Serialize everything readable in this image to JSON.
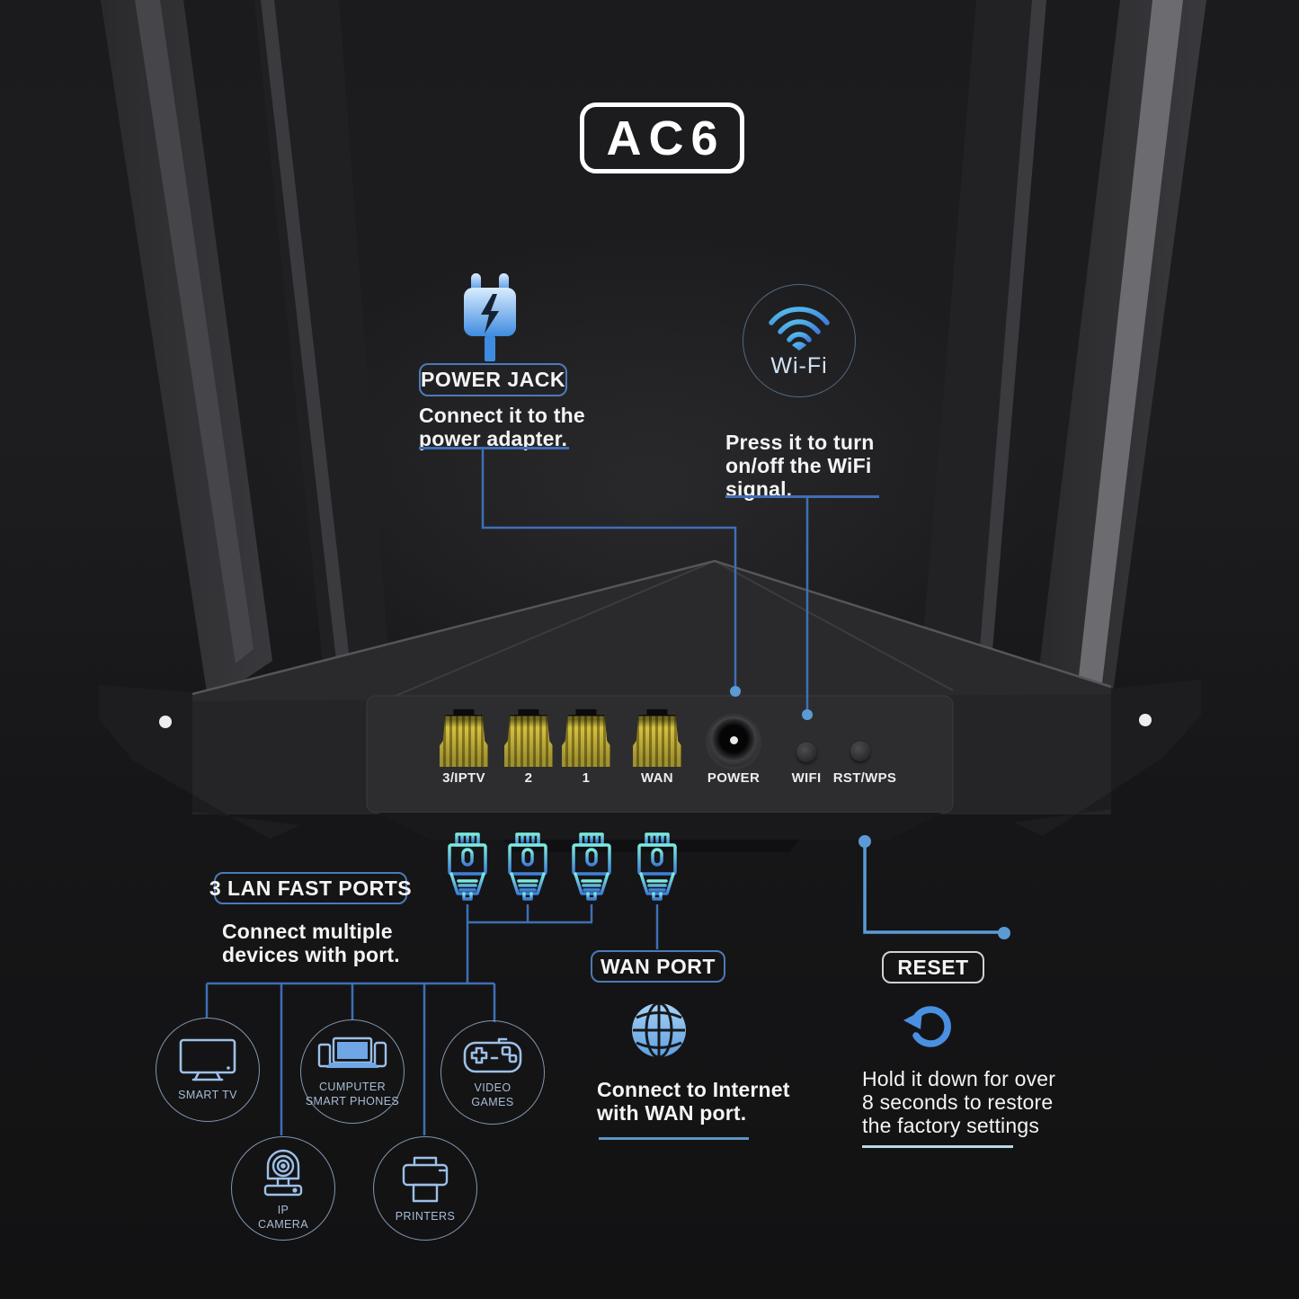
{
  "theme": {
    "background": "#1a1a1c",
    "accent_line": "#3e6fb5",
    "accent_dot": "#5b9bd5",
    "box_border": "#4d7ab8",
    "wan_underline": "#5f93c4",
    "reset_underline": "#b7d8e8",
    "reset_box_border": "#d2d2d2",
    "text": "#f4f4f4",
    "device_label": "#a9bdd6",
    "circle_border": "#8296ae",
    "port_yellow_1": "#d2c142",
    "port_yellow_2": "#8f7d1e",
    "cable_gradient_start": "#7debdd",
    "cable_gradient_end": "#3f7fd9",
    "badge_border": "#ffffff"
  },
  "badge": {
    "label": "AC6"
  },
  "annotations": {
    "power_jack": {
      "icon": "power-plug-icon",
      "label": "POWER JACK",
      "lines": [
        "Connect it to the",
        "power adapter."
      ]
    },
    "wifi": {
      "icon": "wifi-signal-icon",
      "circle_label": "Wi-Fi",
      "lines": [
        "Press it to turn",
        "on/off the WiFi",
        "signal."
      ]
    },
    "lan": {
      "label": "3 LAN FAST PORTS",
      "lines": [
        "Connect multiple",
        "devices with port."
      ]
    },
    "wan": {
      "icon": "globe-icon",
      "label": "WAN PORT",
      "lines": [
        "Connect to Internet",
        "with WAN port."
      ]
    },
    "reset": {
      "icon": "reset-arrow-icon",
      "label": "RESET",
      "lines": [
        "Hold it down for over",
        "8 seconds to restore",
        "the factory settings"
      ]
    }
  },
  "router_panel": {
    "ports": [
      {
        "label": "3/IPTV"
      },
      {
        "label": "2"
      },
      {
        "label": "1"
      },
      {
        "label": "WAN"
      }
    ],
    "power_label": "POWER",
    "wifi_button_label": "WIFI",
    "reset_button_label": "RST/WPS"
  },
  "devices": [
    {
      "icon": "smart-tv-icon",
      "lines": [
        "SMART TV",
        ""
      ]
    },
    {
      "icon": "computer-phones-icon",
      "lines": [
        "CUMPUTER",
        "SMART PHONES"
      ]
    },
    {
      "icon": "gamepad-icon",
      "lines": [
        "VIDEO",
        "GAMES"
      ]
    },
    {
      "icon": "ip-camera-icon",
      "lines": [
        "IP",
        "CAMERA"
      ]
    },
    {
      "icon": "printer-icon",
      "lines": [
        "PRINTERS",
        ""
      ]
    }
  ]
}
